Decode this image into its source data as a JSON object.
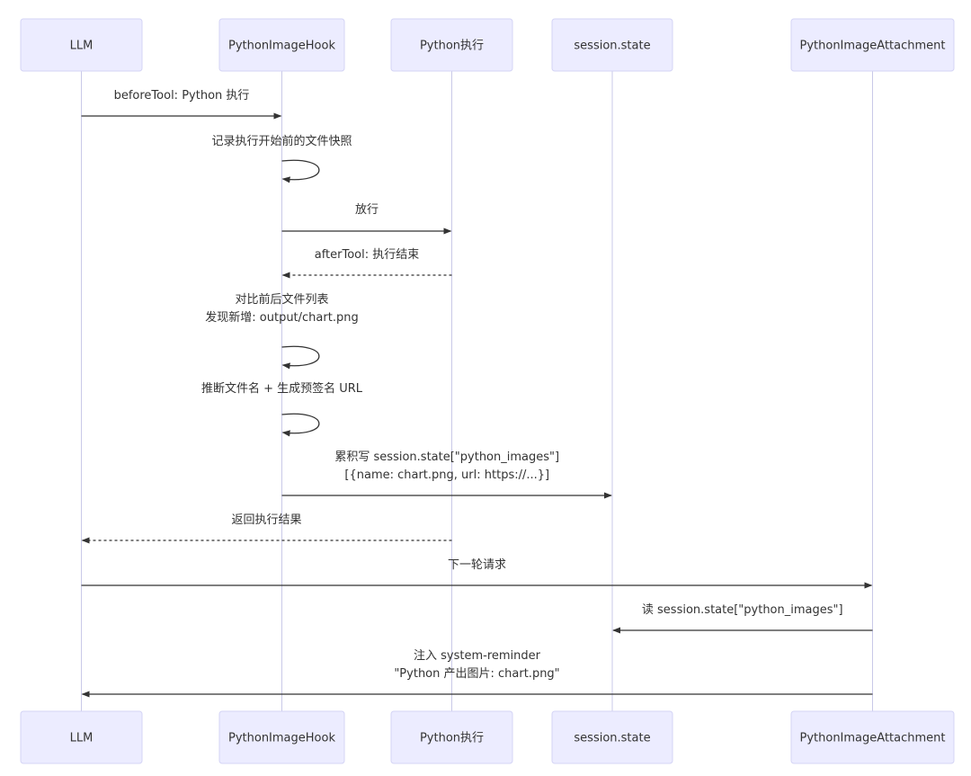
{
  "participants": [
    {
      "id": "llm",
      "label": "LLM"
    },
    {
      "id": "hook",
      "label": "PythonImageHook"
    },
    {
      "id": "exec",
      "label": "Python执行"
    },
    {
      "id": "state",
      "label": "session.state"
    },
    {
      "id": "attach",
      "label": "PythonImageAttachment"
    }
  ],
  "messages": [
    {
      "from": "llm",
      "to": "hook",
      "style": "solid",
      "lines": [
        "beforeTool: Python 执行"
      ]
    },
    {
      "from": "hook",
      "to": "hook",
      "style": "solid",
      "lines": [
        "记录执行开始前的文件快照"
      ]
    },
    {
      "from": "hook",
      "to": "exec",
      "style": "solid",
      "lines": [
        "放行"
      ]
    },
    {
      "from": "exec",
      "to": "hook",
      "style": "dashed",
      "lines": [
        "afterTool: 执行结束"
      ]
    },
    {
      "from": "hook",
      "to": "hook",
      "style": "solid",
      "lines": [
        "对比前后文件列表",
        "发现新增: output/chart.png"
      ]
    },
    {
      "from": "hook",
      "to": "hook",
      "style": "solid",
      "lines": [
        "推断文件名 + 生成预签名 URL"
      ]
    },
    {
      "from": "hook",
      "to": "state",
      "style": "solid",
      "lines": [
        "累积写 session.state[\"python_images\"]",
        "[{name: chart.png, url: https://...}]"
      ]
    },
    {
      "from": "exec",
      "to": "llm",
      "style": "dashed",
      "lines": [
        "返回执行结果"
      ]
    },
    {
      "from": "llm",
      "to": "attach",
      "style": "solid",
      "lines": [
        "下一轮请求"
      ]
    },
    {
      "from": "attach",
      "to": "state",
      "style": "solid",
      "lines": [
        "读 session.state[\"python_images\"]"
      ]
    },
    {
      "from": "attach",
      "to": "llm",
      "style": "solid",
      "lines": [
        "注入 system-reminder",
        "\"Python 产出图片: chart.png\""
      ]
    }
  ]
}
